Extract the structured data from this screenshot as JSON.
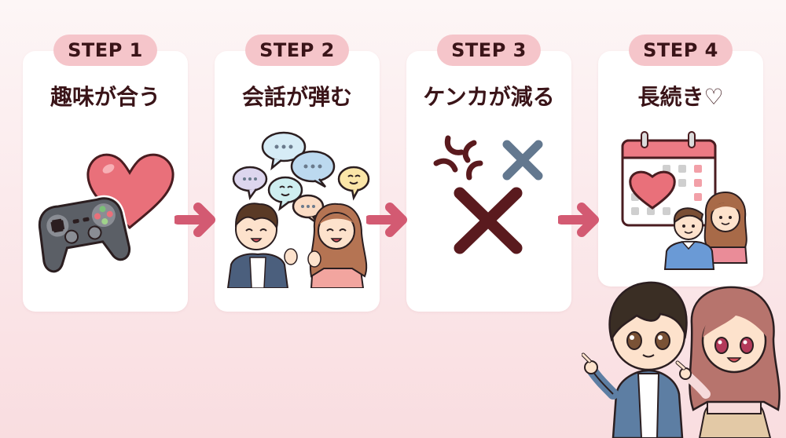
{
  "diagram": {
    "type": "step-flow",
    "steps": [
      {
        "badge": "STEP 1",
        "title": "趣味が合う",
        "illustration": "game-controller-and-heart"
      },
      {
        "badge": "STEP 2",
        "title": "会話が弾む",
        "illustration": "couple-chatting-with-speech-bubbles"
      },
      {
        "badge": "STEP 3",
        "title": "ケンカが減る",
        "illustration": "anger-mark-and-crosses"
      },
      {
        "badge": "STEP 4",
        "title": "長続き♡",
        "illustration": "calendar-with-heart-and-couple"
      }
    ],
    "arrows": 3,
    "mascot": "chibi-couple-pointing"
  },
  "colors": {
    "badge_bg": "#f5c5ca",
    "text": "#3a1418",
    "arrow": "#d35a72",
    "card_bg": "#ffffff",
    "background_top": "#fdf6f6",
    "background_bottom": "#f9dde0",
    "heart": "#e9707a",
    "controller": "#5b5f66",
    "cross_large": "#5a1a1e",
    "cross_small": "#63788f"
  }
}
